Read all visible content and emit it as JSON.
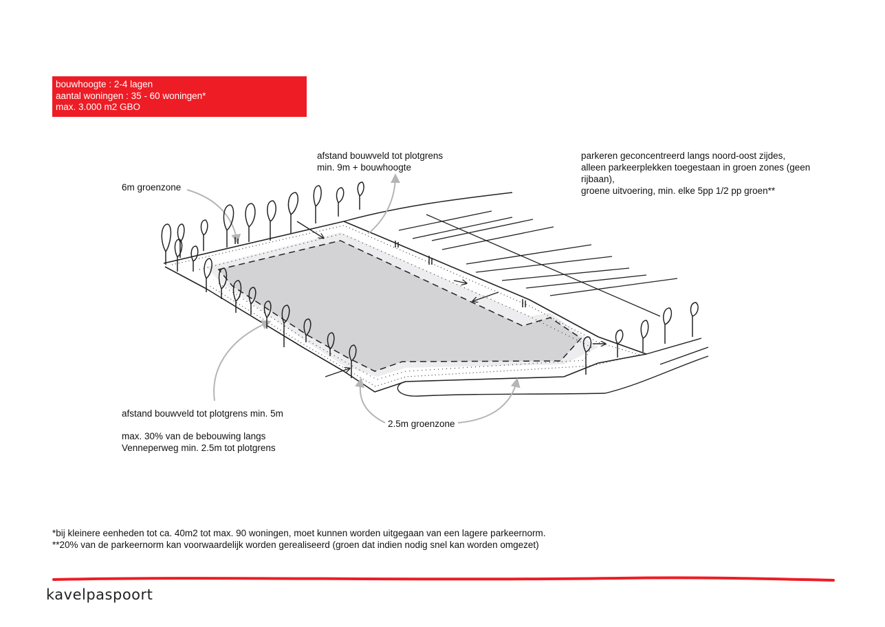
{
  "specs": {
    "line1": "bouwhoogte : 2-4 lagen",
    "line2": "aantal woningen : 35 - 60 woningen*",
    "line3": "max. 3.000 m2 GBO"
  },
  "labels": {
    "groenzone6m": "6m groenzone",
    "afstand_top_1": "afstand bouwveld tot plotgrens",
    "afstand_top_2": "min. 9m + bouwhoogte",
    "parkeren_1": "parkeren geconcentreerd langs noord-oost zijdes,",
    "parkeren_2": "alleen parkeerplekken toegestaan in groen zones (geen",
    "parkeren_3": "rijbaan),",
    "parkeren_4": "groene uitvoering, min. elke 5pp 1/2 pp groen**",
    "afstand_left": "afstand bouwveld tot plotgrens min. 5m",
    "max30_1": "max. 30% van de bebouwing langs",
    "max30_2": "Venneperweg min. 2.5m tot plotgrens",
    "groenzone25": "2.5m groenzone"
  },
  "footnotes": {
    "note1": "*bij kleinere eenheden tot ca. 40m2 tot max. 90 woningen, moet kunnen worden uitgegaan van een lagere parkeernorm.",
    "note2": "**20% van de parkeernorm kan voorwaardelijk worden gerealiseerd (groen dat indien nodig snel kan worden omgezet)"
  },
  "brand": "kavelpaspoort",
  "colors": {
    "accent_red": "#ee1c25",
    "building_field": "#d3d3d5",
    "sketch_line": "#222222",
    "callout_arrow": "#b5b5b5"
  }
}
